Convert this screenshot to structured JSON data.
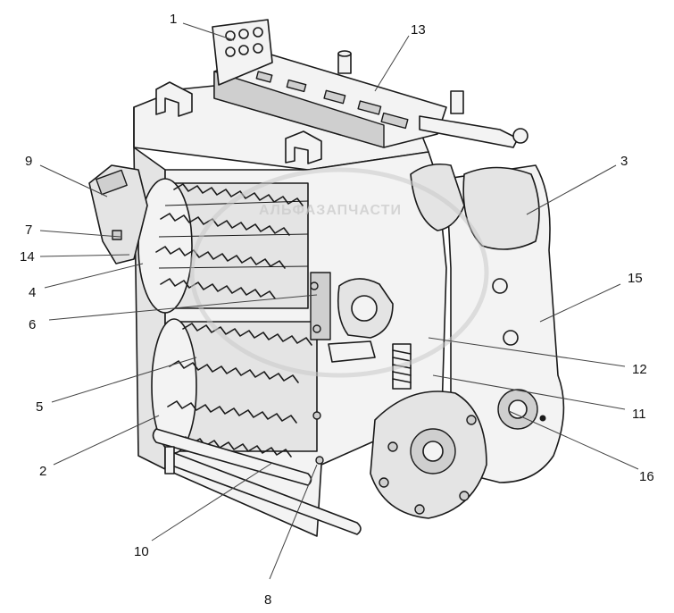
{
  "figure": {
    "watermark_text": "АЛЬФАЗАПЧАСТИ",
    "callouts": [
      {
        "id": "c1",
        "label": "1"
      },
      {
        "id": "c13",
        "label": "13"
      },
      {
        "id": "c3",
        "label": "3"
      },
      {
        "id": "c9",
        "label": "9"
      },
      {
        "id": "c7",
        "label": "7"
      },
      {
        "id": "c14",
        "label": "14"
      },
      {
        "id": "c4",
        "label": "4"
      },
      {
        "id": "c6",
        "label": "6"
      },
      {
        "id": "c15",
        "label": "15"
      },
      {
        "id": "c12",
        "label": "12"
      },
      {
        "id": "c11",
        "label": "11"
      },
      {
        "id": "c5",
        "label": "5"
      },
      {
        "id": "c16",
        "label": "16"
      },
      {
        "id": "c2",
        "label": "2"
      },
      {
        "id": "c10",
        "label": "10"
      },
      {
        "id": "c8",
        "label": "8"
      }
    ]
  }
}
